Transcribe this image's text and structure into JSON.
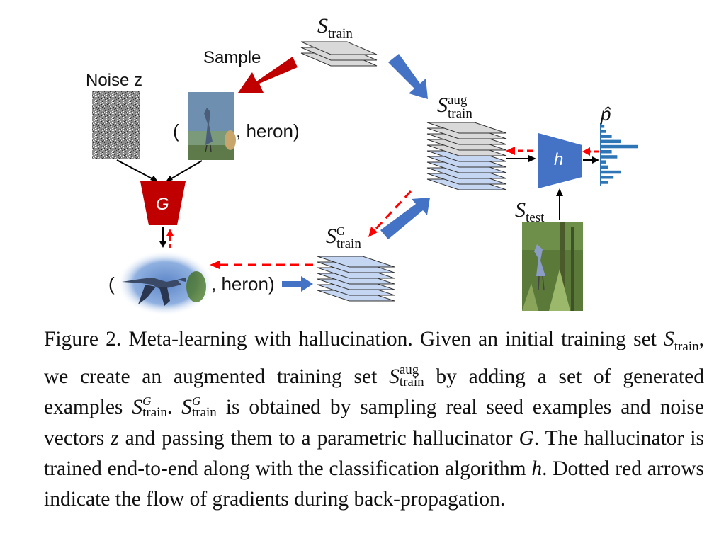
{
  "labels": {
    "noise": "Noise z",
    "sample": "Sample",
    "open_paren_1": "(",
    "heron_1": ", heron)",
    "open_paren_2": "(",
    "heron_2": ", heron)",
    "generator": "G",
    "classifier": "h",
    "s_train": {
      "base": "S",
      "sub": "train"
    },
    "s_train_aug": {
      "base": "S",
      "sup": "aug",
      "sub": "train"
    },
    "s_train_g": {
      "base": "S",
      "sup": "G",
      "sub": "train"
    },
    "s_test": {
      "base": "S",
      "sub": "test"
    },
    "p_hat": "p̂"
  },
  "caption": {
    "figure_label": "Figure 2.",
    "part1": "Meta-learning with hallucination. Given an initial training set ",
    "s_train": {
      "base": "S",
      "sub": "train"
    },
    "part2": ", we create an augmented training set ",
    "s_train_aug": {
      "base": "S",
      "sup": "aug",
      "sub": "train"
    },
    "part3": " by adding a set of generated examples ",
    "s_train_g1": {
      "base": "S",
      "sup": "G",
      "sub": "train"
    },
    "part4": ". ",
    "s_train_g2": {
      "base": "S",
      "sup": "G",
      "sub": "train"
    },
    "part5": " is obtained by sampling real seed examples and noise vectors ",
    "z": "z",
    "part6": " and passing them to a parametric hallucinator ",
    "G": "G",
    "part7": ". The hallucinator is trained end-to-end along with the classification algorithm ",
    "h": "h",
    "part8": ". Dotted red arrows indicate the flow of gradients during back-propagation."
  },
  "colors": {
    "generator_red": "#c00000",
    "classifier_blue": "#4472c4",
    "gradient_red": "#ff0000",
    "arrow_blue": "#4472c4",
    "stack_gray": "#d9d9d9",
    "stack_blue": "#c5d6f2",
    "histogram_blue": "#2e75b6"
  },
  "histogram_bar_levels": [
    0.1,
    0.15,
    0.3,
    0.55,
    1.0,
    0.3,
    0.45,
    0.15,
    0.2,
    0.55,
    0.35,
    0.2
  ]
}
